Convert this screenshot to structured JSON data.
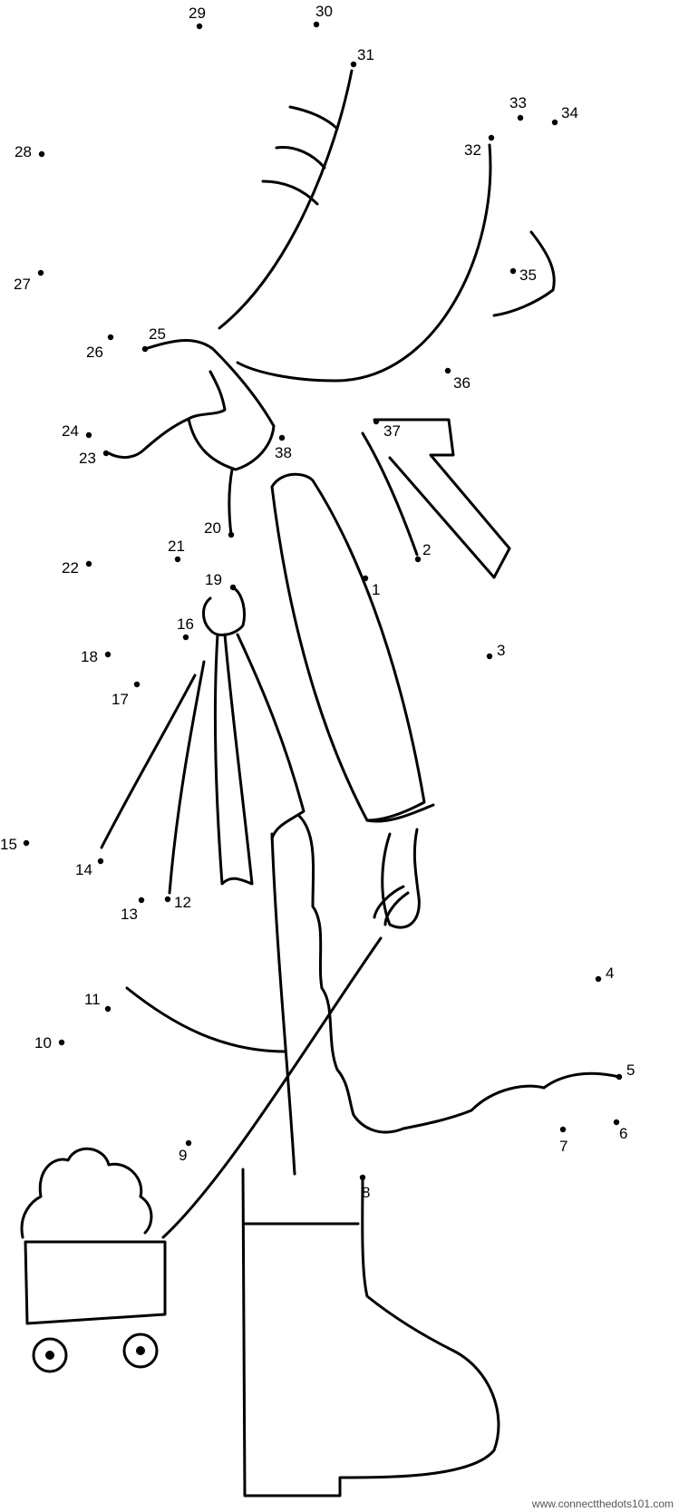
{
  "worksheet": {
    "dot_numbers": [
      "1",
      "2",
      "3",
      "4",
      "5",
      "6",
      "7",
      "8",
      "9",
      "10",
      "11",
      "12",
      "13",
      "14",
      "15",
      "16",
      "17",
      "18",
      "19",
      "20",
      "21",
      "22",
      "23",
      "24",
      "25",
      "26",
      "27",
      "28",
      "29",
      "30",
      "31",
      "32",
      "33",
      "34",
      "35",
      "36",
      "37",
      "38"
    ],
    "dot_color": "#000000",
    "line_color": "#000000"
  },
  "footer": {
    "watermark": "www.connectthedots101.com"
  }
}
